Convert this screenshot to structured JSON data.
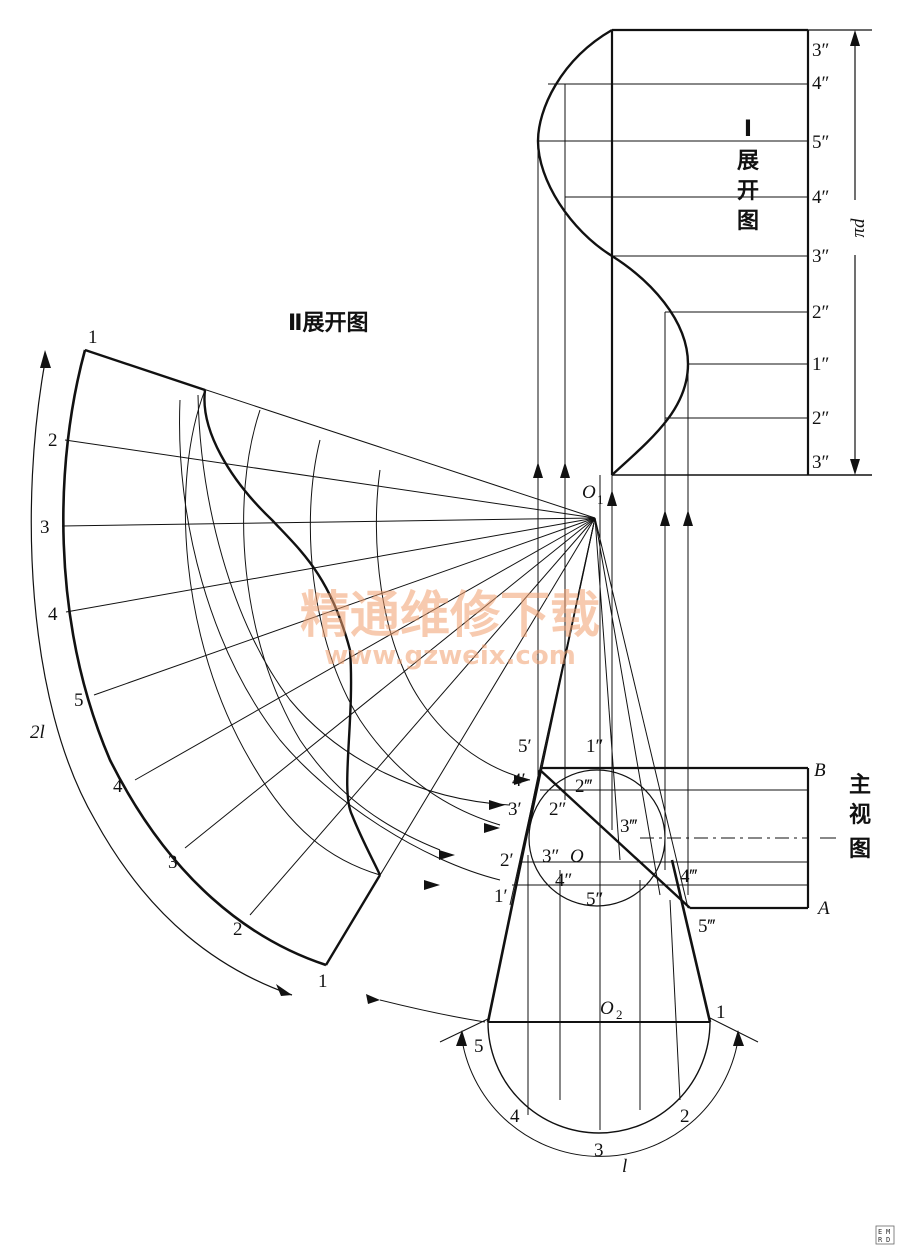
{
  "titles": {
    "development_one": [
      "Ⅰ",
      "展",
      "开",
      "图"
    ],
    "development_two": "Ⅱ展开图",
    "front_view": [
      "主",
      "视",
      "图"
    ]
  },
  "labels": {
    "o1": "O",
    "o1_sub": "1",
    "o2": "O",
    "o2_sub": "2",
    "o_center": "O",
    "b": "B",
    "a": "A",
    "pi_d": "πd",
    "two_l": "2l",
    "l": "l"
  },
  "right_scale": [
    "3″",
    "4″",
    "5″",
    "4″",
    "3″",
    "2″",
    "1″",
    "2″",
    "3″"
  ],
  "fan_outer": [
    "1",
    "2",
    "3",
    "4",
    "5",
    "4",
    "3",
    "2",
    "1"
  ],
  "front_points": {
    "p5p": "5′",
    "p4p": "4′",
    "p3p": "3′",
    "p2p": "2′",
    "p1p": "1′",
    "p1pp": "1″",
    "p2pp_a": "2″",
    "p2ppp": "2‴",
    "p3pp": "3″",
    "p3ppp": "3‴",
    "p4pp": "4″",
    "p4ppp": "4‴",
    "p5pp": "5″",
    "p5ppp": "5‴"
  },
  "bottom_points": [
    "5",
    "4",
    "3",
    "2",
    "1"
  ],
  "watermark": {
    "title": "精通维修下载",
    "url": "www.gzweix.com"
  },
  "corner_logo": [
    "E",
    "M",
    "R",
    "D"
  ]
}
